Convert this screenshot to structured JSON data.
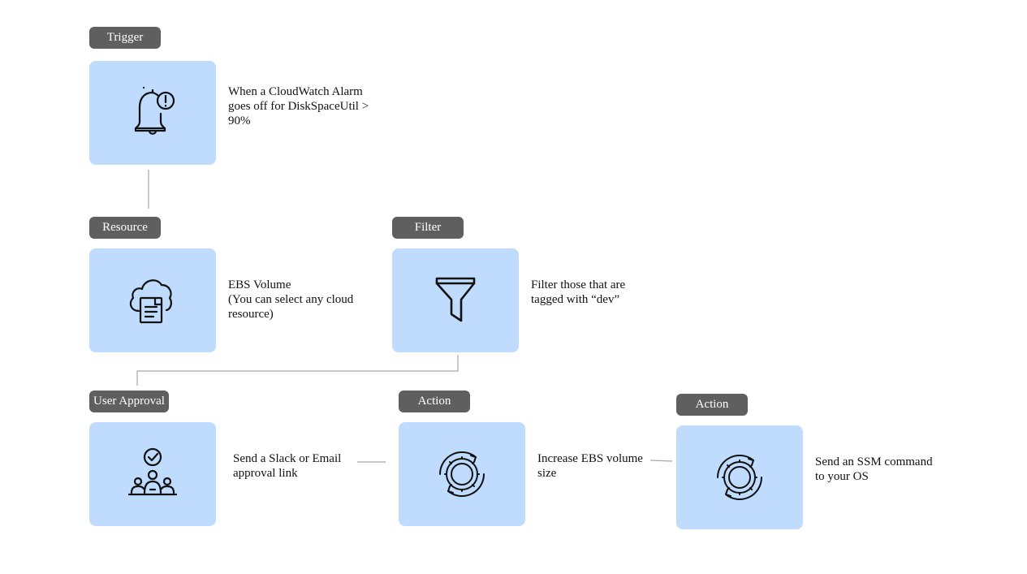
{
  "nodes": {
    "trigger": {
      "label": "Trigger",
      "icon": "bell-alert-icon",
      "description": "When a CloudWatch Alarm\ngoes off for DiskSpaceUtil >\n90%"
    },
    "resource": {
      "label": "Resource",
      "icon": "cloud-document-icon",
      "description": "EBS Volume\n(You can select any cloud\nresource)"
    },
    "filter": {
      "label": "Filter",
      "icon": "funnel-icon",
      "description": "Filter those that are\ntagged with “dev”"
    },
    "approval": {
      "label": "User Approval",
      "icon": "user-approval-icon",
      "description": "Send a Slack or Email\napproval link"
    },
    "action1": {
      "label": "Action",
      "icon": "gear-refresh-icon",
      "description": "Increase EBS volume\nsize"
    },
    "action2": {
      "label": "Action",
      "icon": "gear-refresh-icon",
      "description": "Send an SSM command\nto your OS"
    }
  },
  "colors": {
    "pill": "#5f5f5f",
    "card": "#bfdbfe",
    "connector": "#a6a6a6"
  }
}
